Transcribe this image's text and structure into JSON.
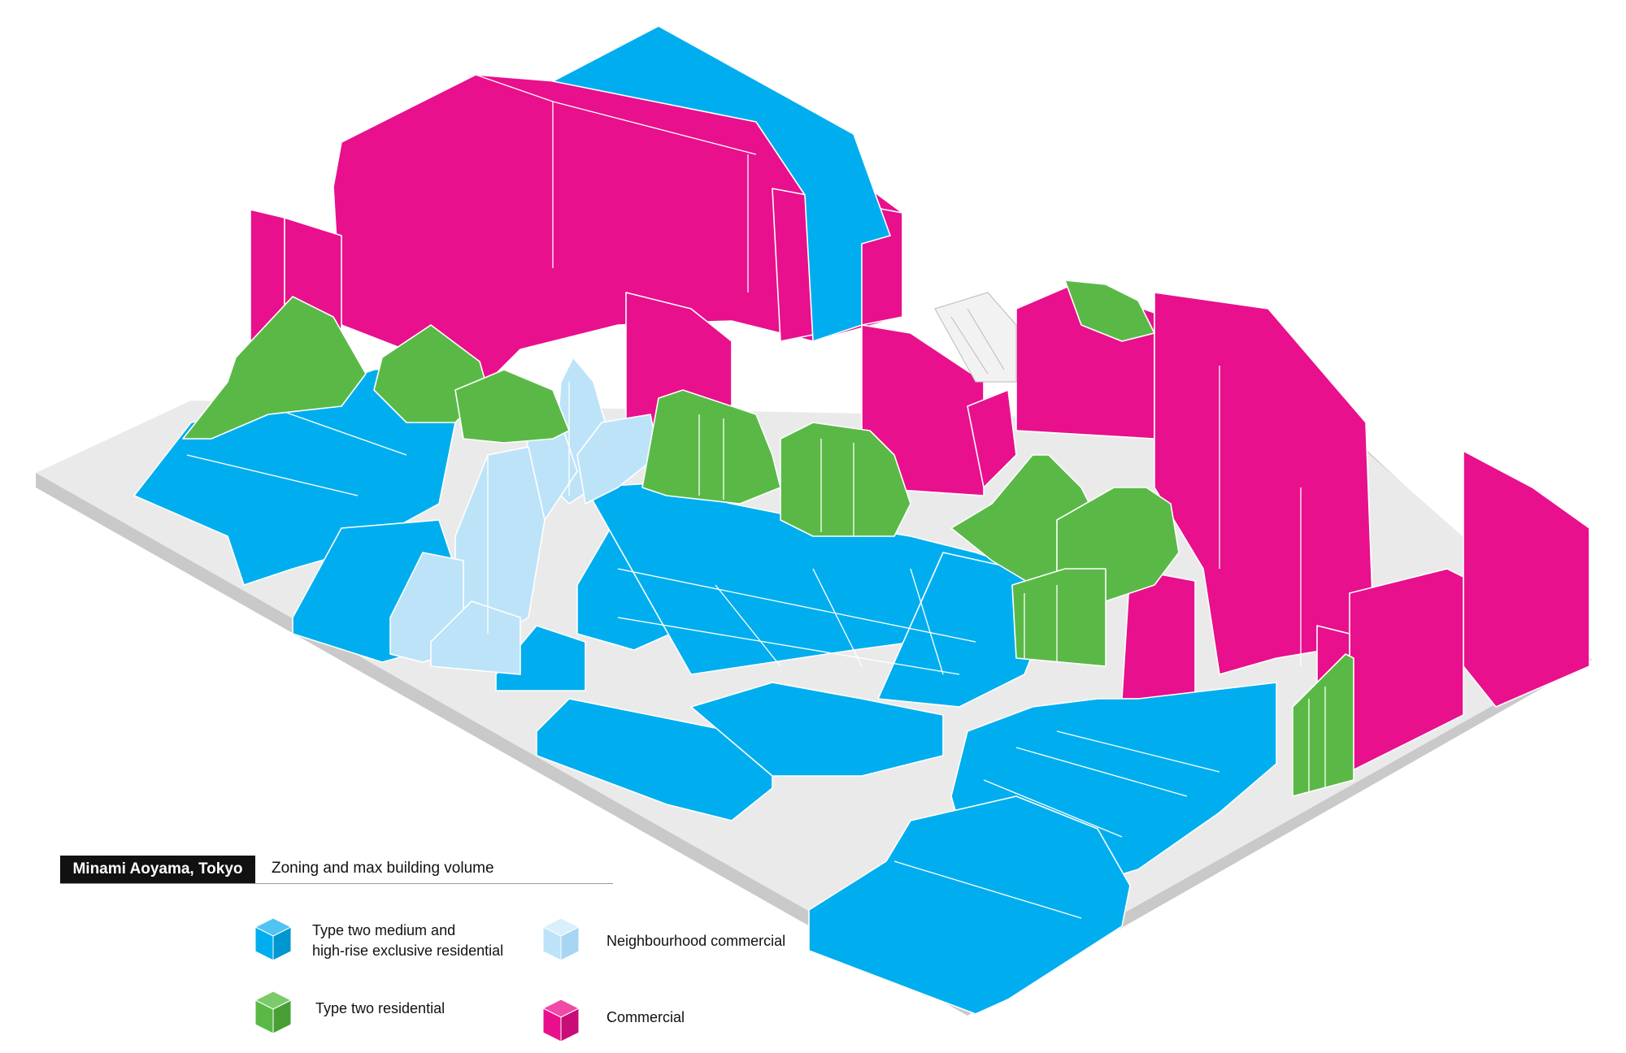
{
  "legend": {
    "title": "Minami Aoyama, Tokyo",
    "subtitle": "Zoning and max building volume",
    "items": [
      {
        "key": "type2_medium_highrise",
        "label_line1": "Type two medium and",
        "label_line2": "high-rise exclusive residential",
        "color": "#00aeef"
      },
      {
        "key": "neighbourhood_commercial",
        "label_line1": "Neighbourhood commercial",
        "label_line2": "",
        "color": "#bde3f8"
      },
      {
        "key": "type2_residential",
        "label_line1": "Type two residential",
        "label_line2": "",
        "color": "#5ab946"
      },
      {
        "key": "commercial",
        "label_line1": "Commercial",
        "label_line2": "",
        "color": "#e8108c"
      }
    ]
  },
  "colors": {
    "ground": "#eaeaea",
    "ground_edge": "#c9c9c9",
    "outline": "#ffffff"
  }
}
